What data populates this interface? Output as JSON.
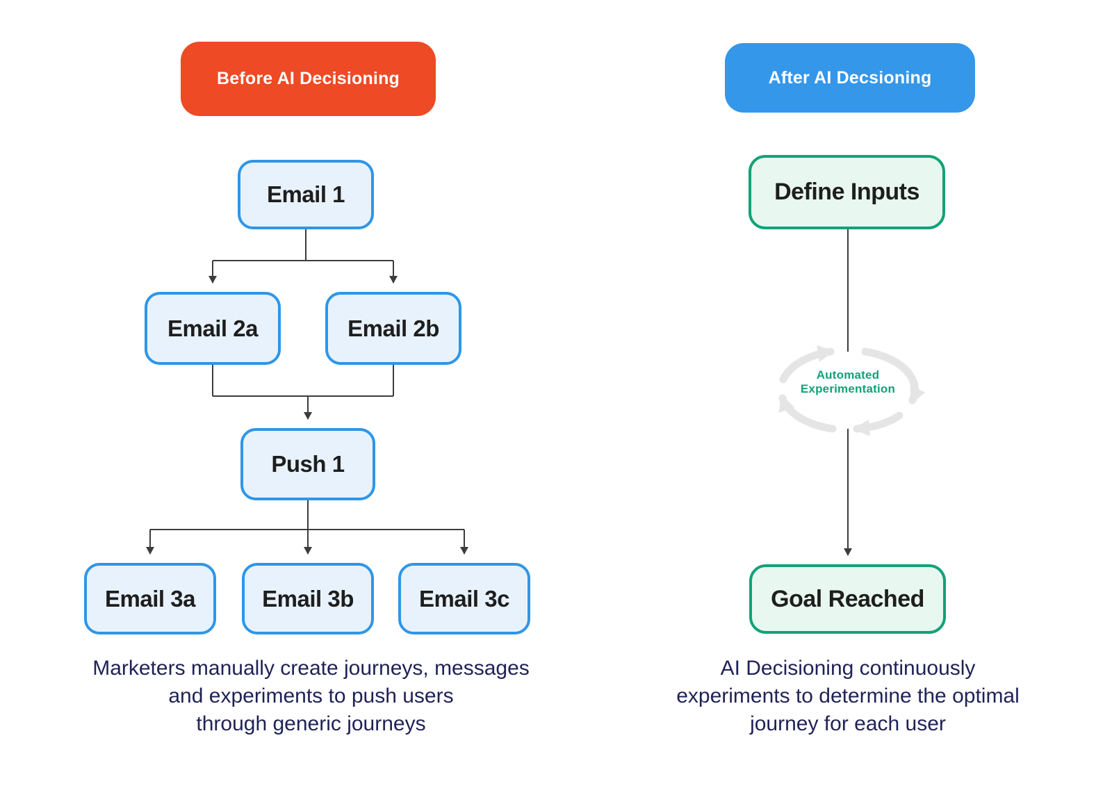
{
  "colors": {
    "before_header_bg": "#EE4A25",
    "after_header_bg": "#3497E9",
    "journey_node_border": "#2E96E8",
    "journey_node_fill": "#E8F2FC",
    "ai_node_border": "#0FA378",
    "ai_node_fill": "#E8F7F0",
    "connector_line": "#3C3C3C",
    "loop_arrows": "#E5E5E5",
    "caption_text": "#1F2255",
    "loop_label_text": "#0FA378",
    "node_text": "#1E1E1E"
  },
  "before": {
    "header": "Before AI Decisioning",
    "nodes": {
      "email1": "Email 1",
      "email2a": "Email 2a",
      "email2b": "Email 2b",
      "push1": "Push 1",
      "email3a": "Email 3a",
      "email3b": "Email 3b",
      "email3c": "Email 3c"
    },
    "caption_lines": [
      "Marketers manually create journeys, messages",
      "and experiments to push users",
      "through generic journeys"
    ]
  },
  "after": {
    "header": "After AI Decsioning",
    "nodes": {
      "define_inputs": "Define Inputs",
      "goal_reached": "Goal Reached"
    },
    "loop_label_lines": [
      "Automated",
      "Experimentation"
    ],
    "caption_lines": [
      "AI Decisioning continuously",
      "experiments to determine the optimal",
      "journey for each user"
    ]
  }
}
